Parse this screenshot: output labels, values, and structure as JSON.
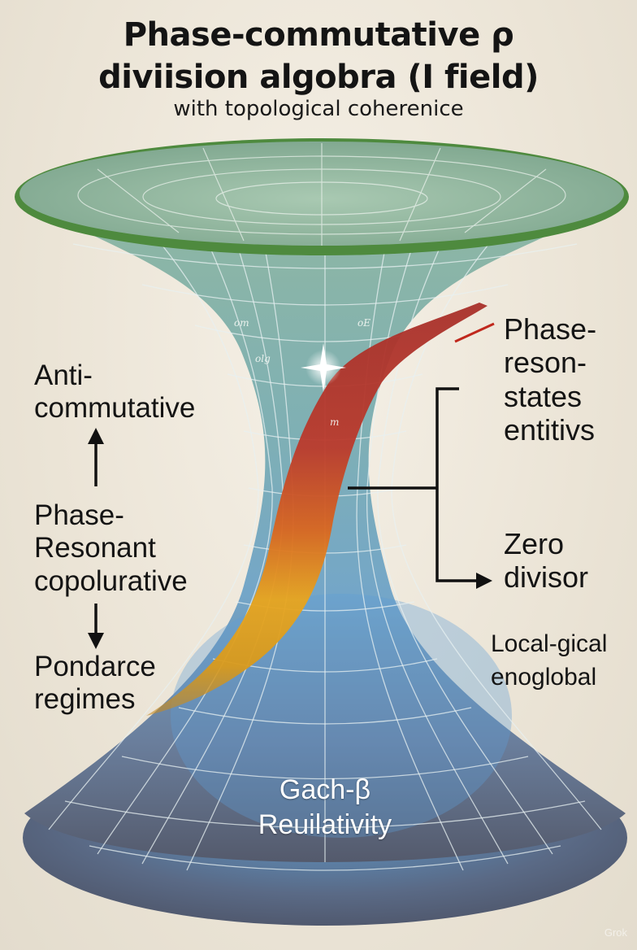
{
  "title": {
    "line1": "Phase-commutative ρ",
    "line2": "diviision algobra (I field)",
    "subtitle": "with topological coherenice"
  },
  "left_labels": {
    "anti": [
      "Anti-",
      "commutative"
    ],
    "phase_resonant": [
      "Phase-",
      "Resonant",
      "copolurative"
    ],
    "pondarce": [
      "Pondarce",
      "regimes"
    ]
  },
  "right_labels": {
    "phase_reson": [
      "Phase-",
      "reson-",
      "states",
      "entitivs"
    ],
    "zero_divisor": [
      "Zero",
      "divisor"
    ],
    "local": [
      "Local-gical",
      "enoglobal"
    ]
  },
  "center": {
    "line1": "Gach-β",
    "line2": "Reuilativity"
  },
  "grid_notes": [
    "om",
    "oE",
    "olg",
    "m"
  ],
  "watermark": "Grok",
  "colors": {
    "rim_green": "#5e9a4a",
    "surface_top": "#8fb8a0",
    "surface_blue": "#6f9cc4",
    "surface_bottom": "#5a6478",
    "band_red": "#b53a2e",
    "band_orange": "#e28a22",
    "band_yellow": "#e8b820"
  }
}
